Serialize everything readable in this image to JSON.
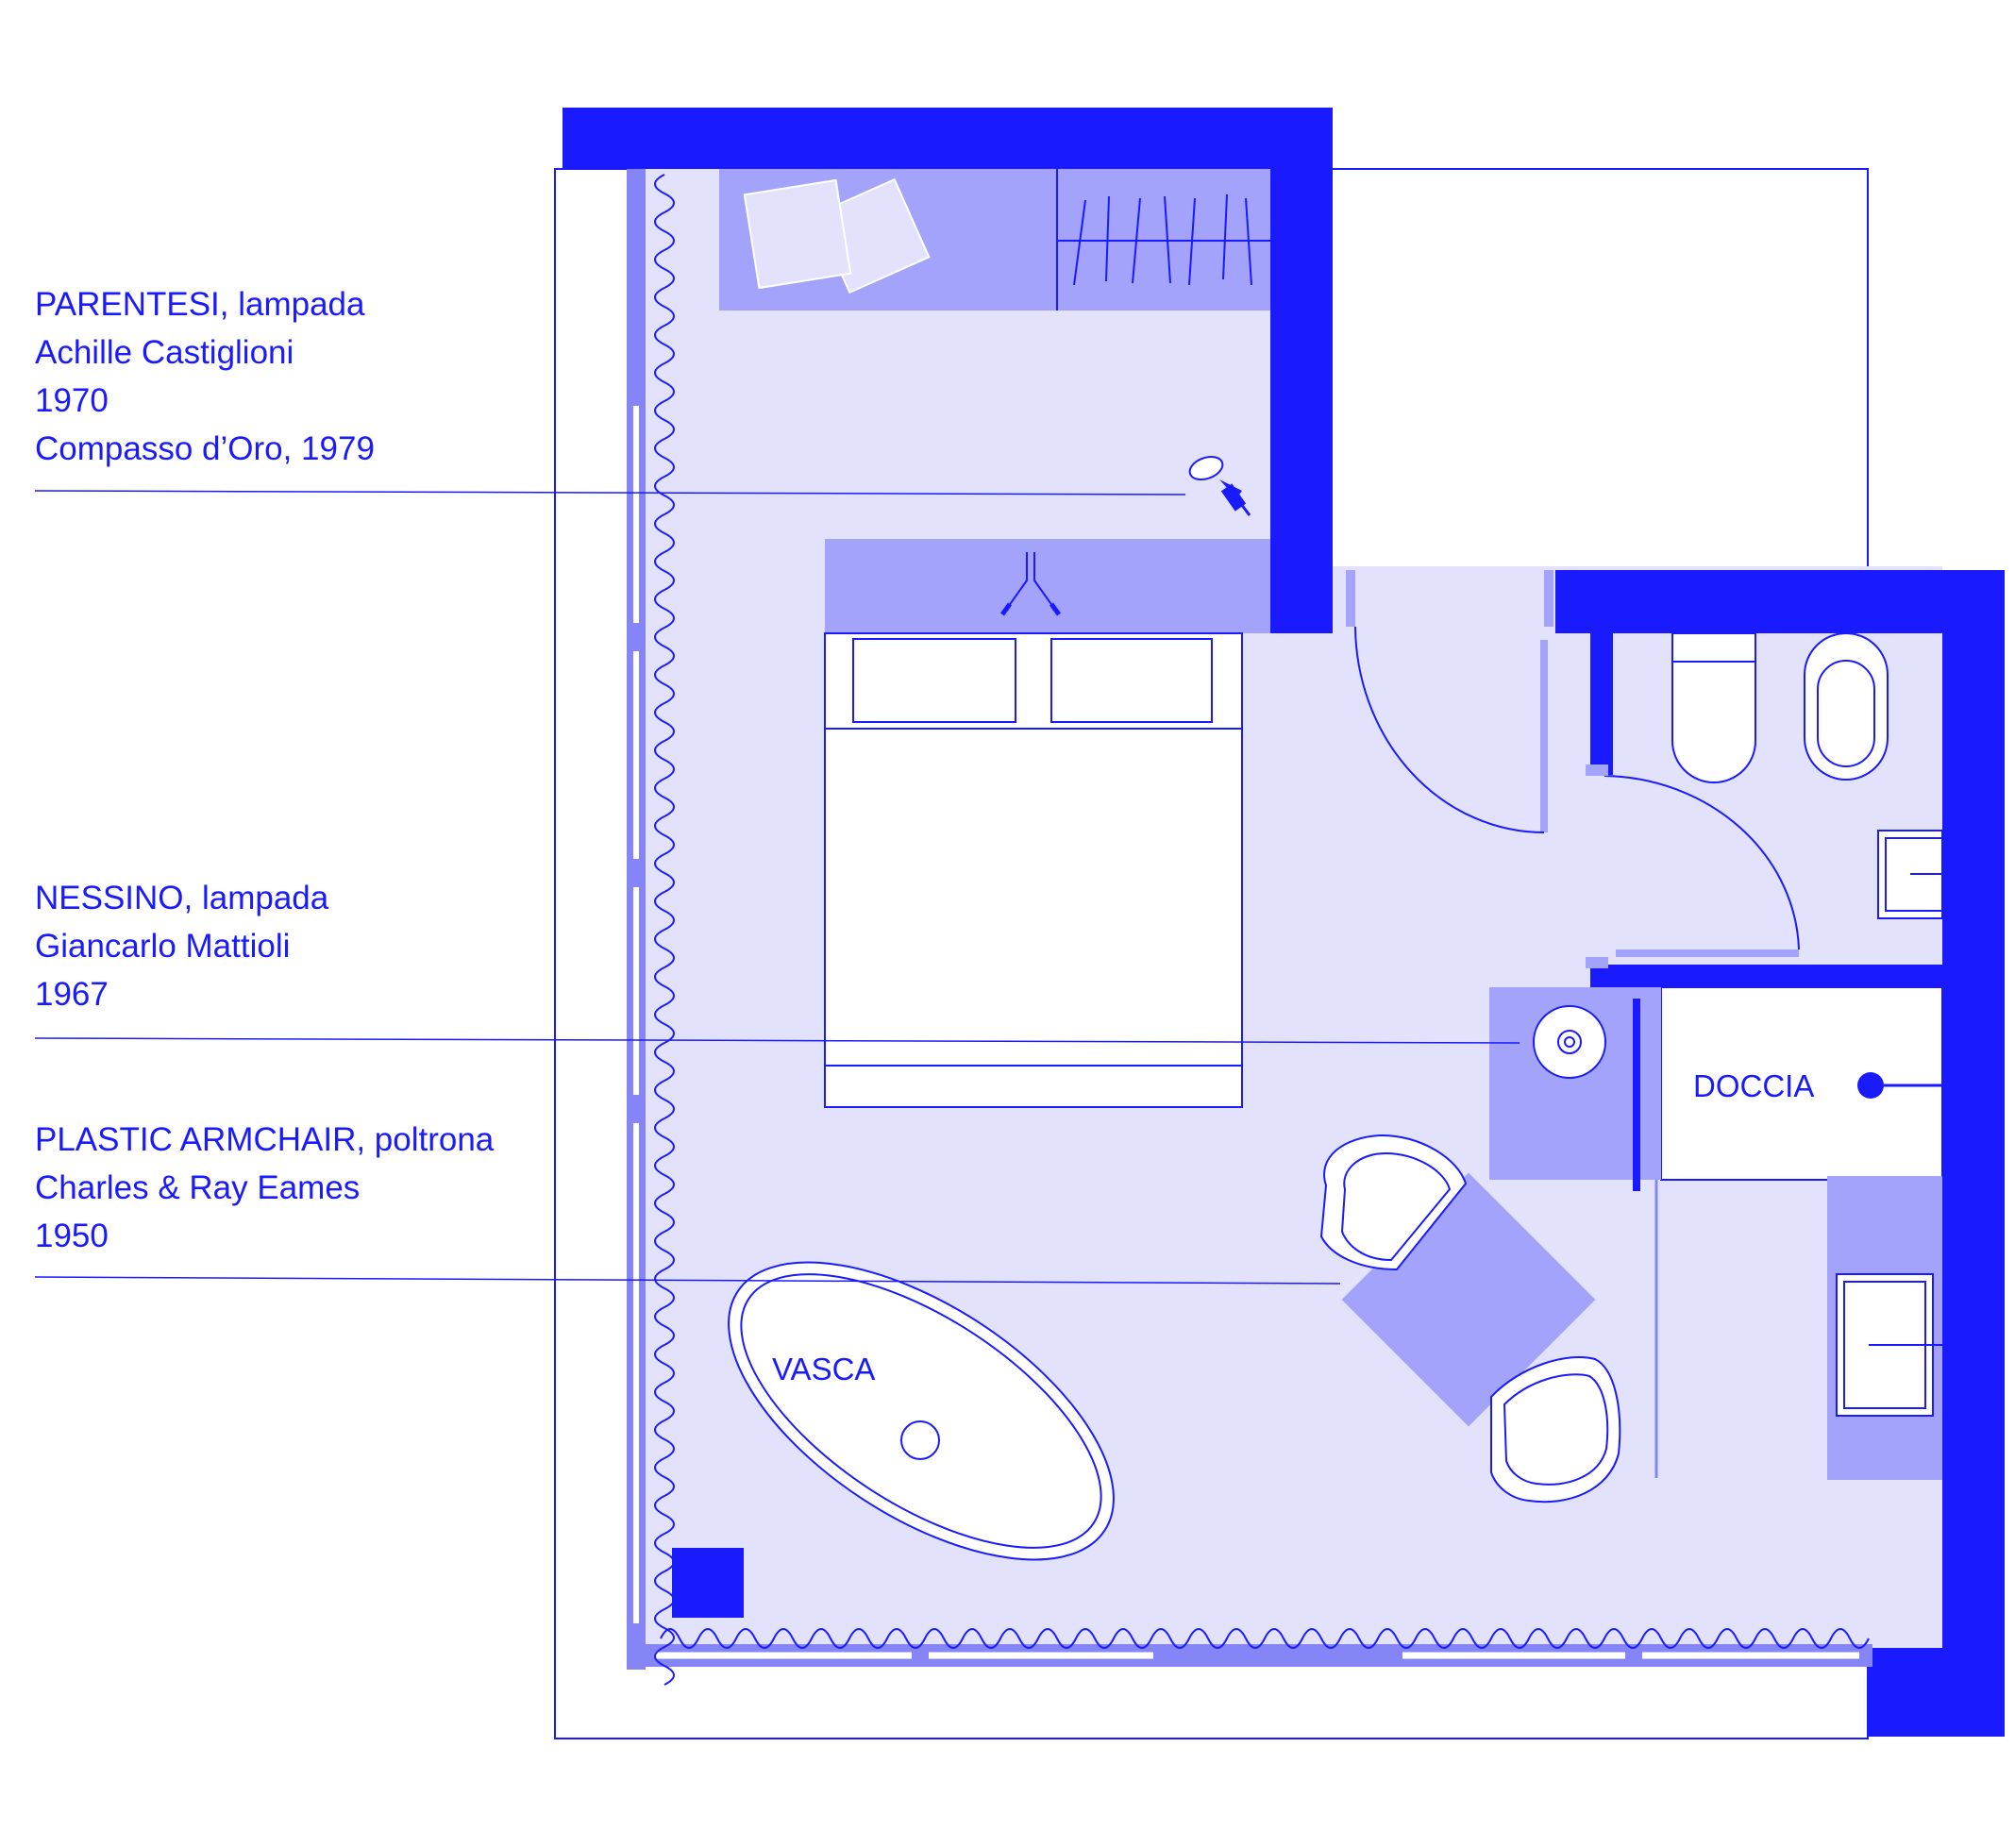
{
  "annotations": [
    {
      "name": "parentesi",
      "lines": [
        "PARENTESI, lampada",
        "Achille Castiglioni",
        "1970",
        "Compasso d’Oro, 1979"
      ]
    },
    {
      "name": "nessino",
      "lines": [
        "NESSINO, lampada",
        "Giancarlo Mattioli",
        "1967"
      ]
    },
    {
      "name": "plastic-armchair",
      "lines": [
        "PLASTIC ARMCHAIR, poltrona",
        "Charles & Ray Eames",
        "1950"
      ]
    }
  ],
  "rooms": {
    "bathtub_label": "VASCA",
    "shower_label": "DOCCIA"
  },
  "colors": {
    "wall": "#1a1aff",
    "floor": "#e2e2fc",
    "furniture": "#a3a3fb",
    "line": "#1a1aff",
    "window": "#8585f8"
  }
}
